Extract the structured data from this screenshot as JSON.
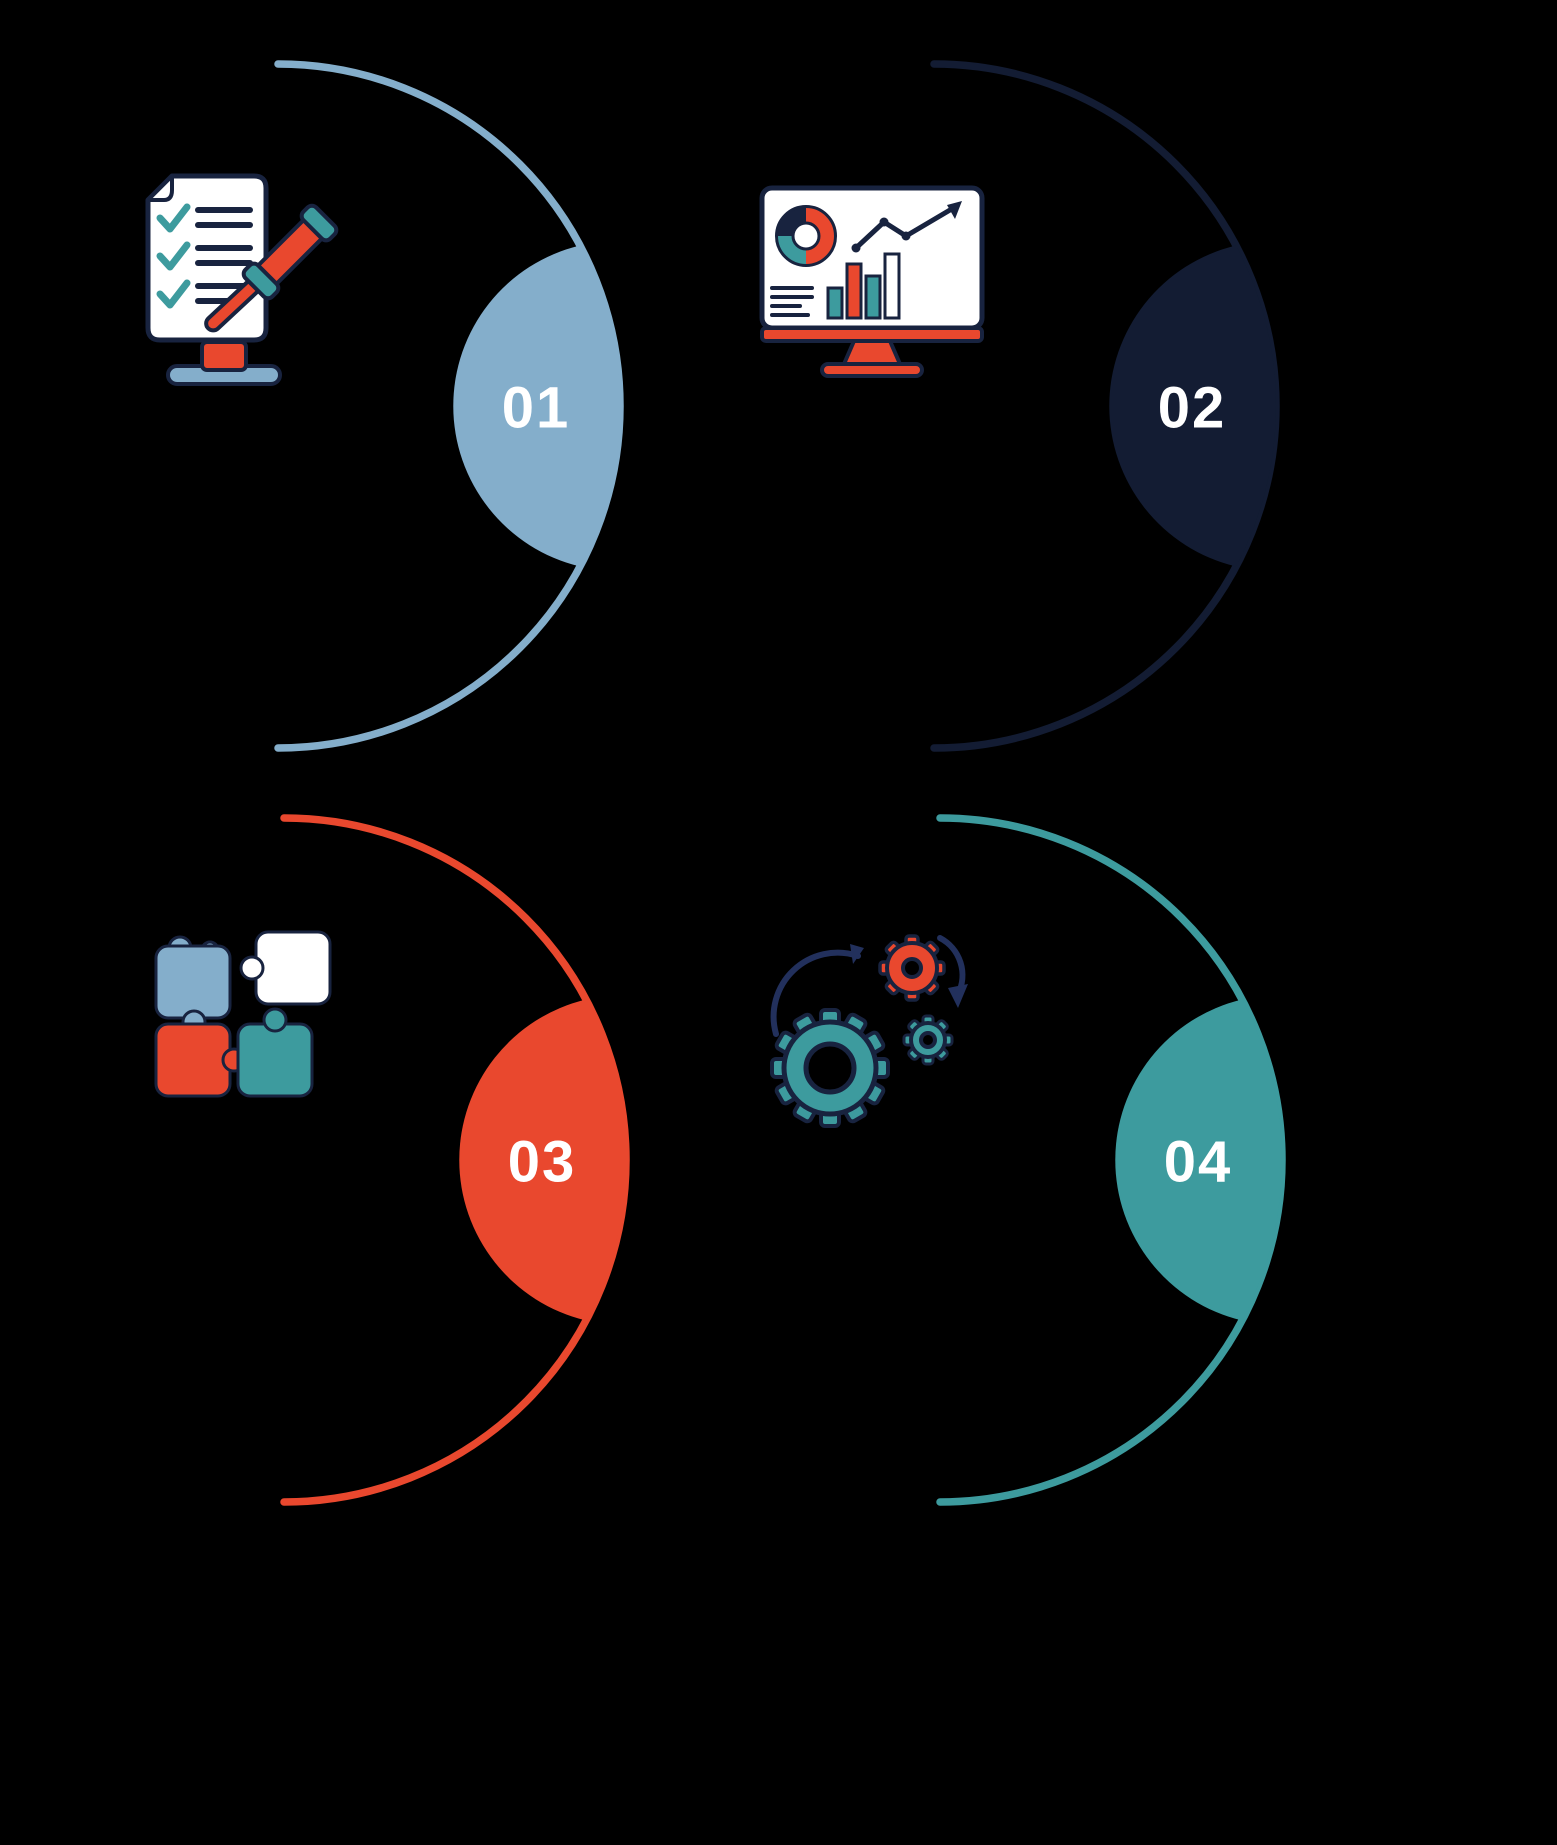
{
  "title": "Four-step circular process infographic",
  "colors": {
    "background": "#000000",
    "number-text": "#FFFFFF",
    "icon-red": "#E9482E",
    "icon-teal": "#3D9B9E",
    "icon-blue": "#84AECB",
    "icon-white": "#FFFFFF",
    "icon-outline-navy": "#18233F",
    "arrow-navy": "#22305C"
  },
  "steps": [
    {
      "number": "01",
      "accent": "#84AECB",
      "icon": "checklist-gavel-icon"
    },
    {
      "number": "02",
      "accent": "#131C33",
      "icon": "analytics-dashboard-icon"
    },
    {
      "number": "03",
      "accent": "#E9482E",
      "icon": "puzzle-pieces-icon"
    },
    {
      "number": "04",
      "accent": "#3D9B9E",
      "icon": "gears-process-icon"
    }
  ]
}
